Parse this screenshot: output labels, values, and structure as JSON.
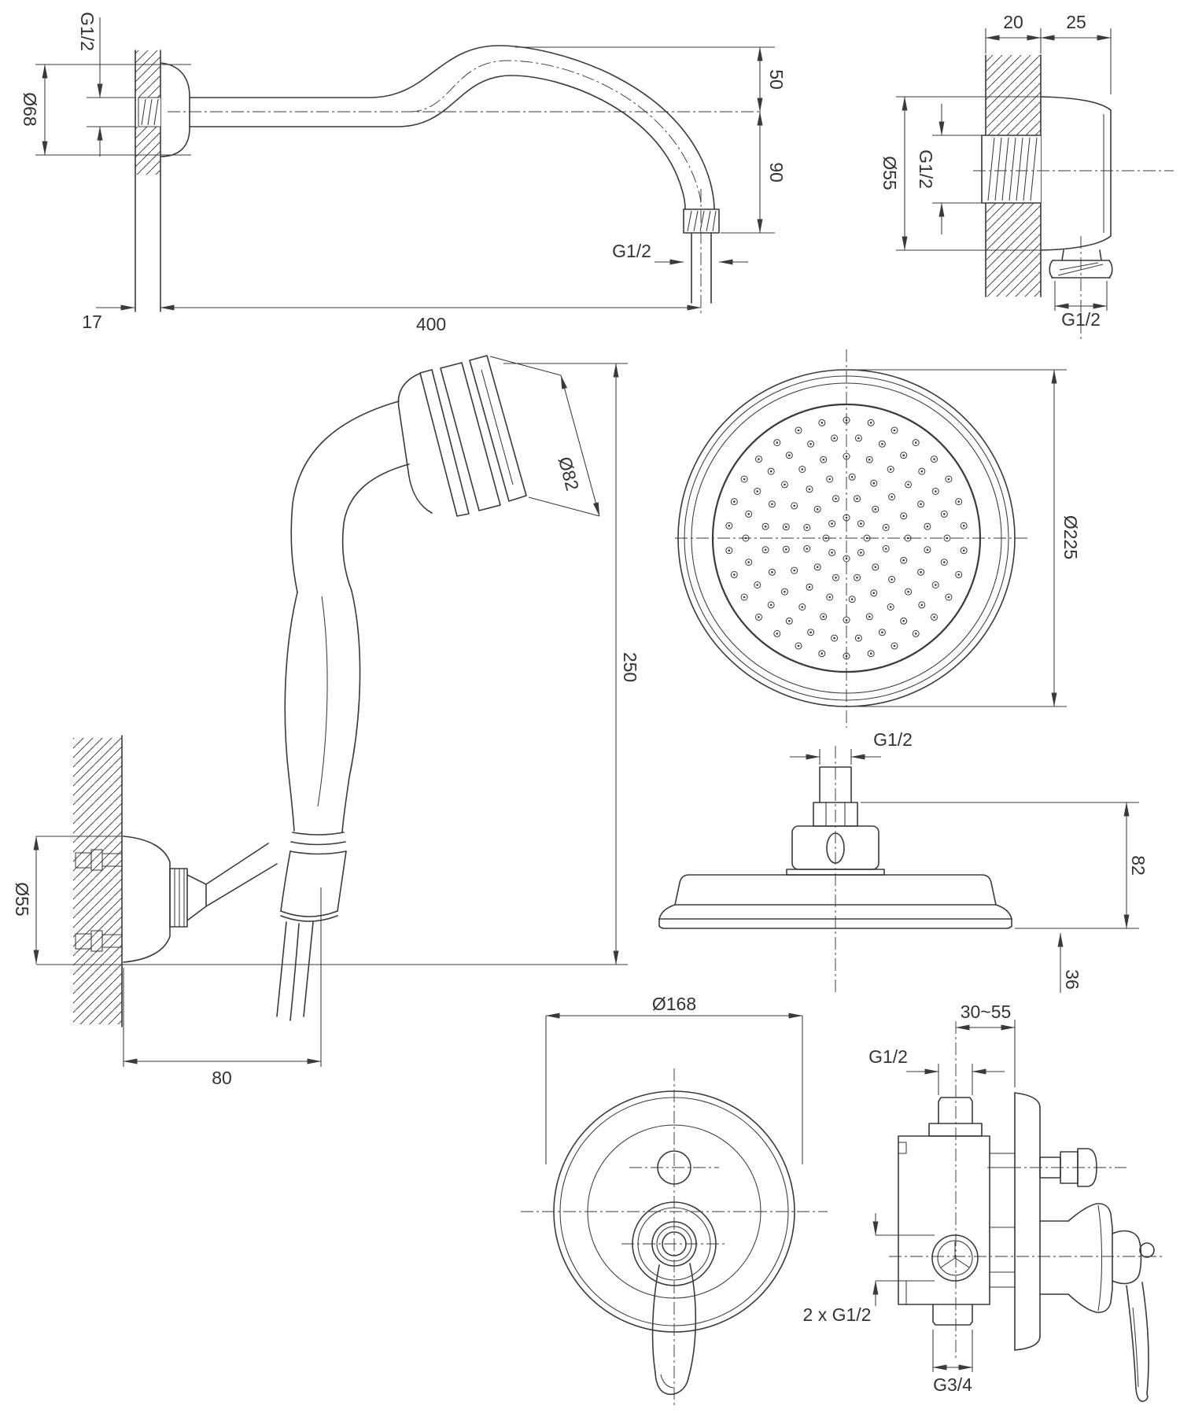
{
  "page": {
    "background": "#ffffff",
    "line_color": "#3a3a3a",
    "text_color": "#333333",
    "description": "Technical dimension drawing of a concealed shower set: wall shower arm, wall outlet elbow, hand shower with holder, overhead rain shower head (top and side view), concealed single-lever mixer (front and side view)."
  },
  "views": {
    "arm": {
      "name": "wall shower arm side view",
      "labels": {
        "wall_thread": "G1/2",
        "flange_dia": "Ø68",
        "offset_top": "50",
        "offset_drop": "90",
        "outlet_thread": "G1/2",
        "wall_thickness": "17",
        "reach": "400"
      }
    },
    "elbow": {
      "name": "wall outlet elbow section view",
      "labels": {
        "wall_depth": "20",
        "protrusion": "25",
        "flange_dia": "Ø55",
        "thread": "G1/2",
        "outlet_thread": "G1/2"
      }
    },
    "hand_shower": {
      "name": "hand shower side view",
      "labels": {
        "head_dia": "Ø82",
        "length": "250"
      }
    },
    "holder": {
      "name": "hand shower wall holder view",
      "labels": {
        "flange_dia": "Ø55",
        "reach": "80"
      }
    },
    "head_top": {
      "name": "rain shower head top view",
      "labels": {
        "dia": "Ø225"
      }
    },
    "head_side": {
      "name": "rain shower head side view",
      "labels": {
        "thread": "G1/2",
        "height": "82",
        "rim": "36"
      }
    },
    "mixer_front": {
      "name": "concealed mixer front view",
      "labels": {
        "plate_dia": "Ø168"
      }
    },
    "mixer_side": {
      "name": "concealed mixer side section view",
      "labels": {
        "depth": "30~55",
        "inlet": "G1/2",
        "ports": "2 x G1/2",
        "outlet": "G3/4"
      }
    }
  }
}
